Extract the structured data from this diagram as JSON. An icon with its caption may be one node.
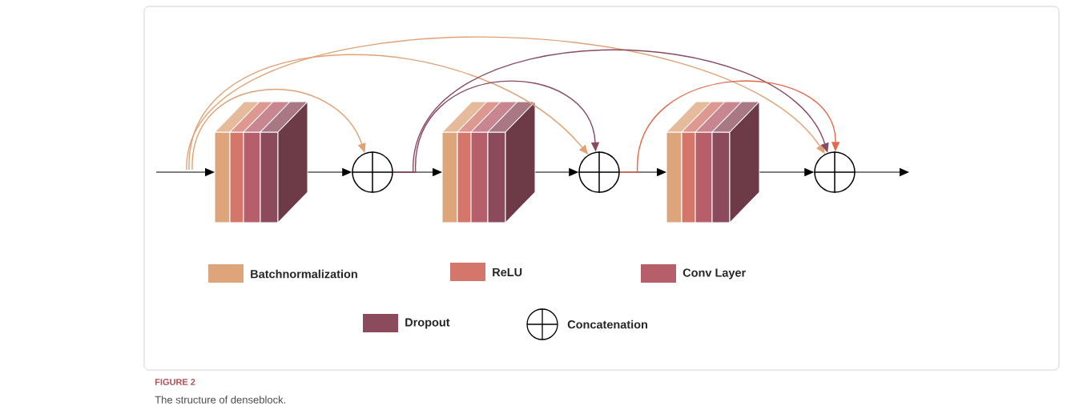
{
  "diagram": {
    "title": "FIGURE 2",
    "caption": "The structure of denseblock.",
    "nodes": [
      {
        "text": [],
        "shape": "box"
      },
      {
        "text": [],
        "shape": "circle"
      },
      {
        "text": [],
        "shape": "box"
      },
      {
        "text": [],
        "shape": "circle"
      },
      {
        "text": [],
        "shape": "box"
      },
      {
        "text": [],
        "shape": "circle"
      }
    ],
    "edges": [
      {
        "from": null,
        "to": 0,
        "arrow": "to"
      },
      {
        "from": 0,
        "to": 1,
        "arrow": "to"
      },
      {
        "from": 1,
        "to": 2,
        "arrow": "to"
      },
      {
        "from": 2,
        "to": 3,
        "arrow": "to"
      },
      {
        "from": 3,
        "to": 4,
        "arrow": "to"
      },
      {
        "from": 4,
        "to": 5,
        "arrow": "to"
      },
      {
        "from": 5,
        "to": null,
        "arrow": "to"
      },
      {
        "from": null,
        "to": 1,
        "arrow": "to",
        "color": "#e0a274"
      },
      {
        "from": null,
        "to": 3,
        "arrow": "to",
        "color": "#e0a274"
      },
      {
        "from": null,
        "to": 5,
        "arrow": "to",
        "color": "#e0a274"
      },
      {
        "from": 1,
        "to": 3,
        "arrow": "to",
        "color": "#8a4a62"
      },
      {
        "from": 1,
        "to": 5,
        "arrow": "to",
        "color": "#8a4a62"
      },
      {
        "from": 3,
        "to": 5,
        "arrow": "to",
        "color": "#e4684a"
      }
    ],
    "legend": [
      {
        "text": "Batchnormalization",
        "color": "#dea57b"
      },
      {
        "text": "ReLU",
        "color": "#d4766a"
      },
      {
        "text": "Conv Layer",
        "color": "#b65f6b"
      },
      {
        "text": "Dropout",
        "color": "#8b4b5d"
      },
      {
        "text": "Concatenation"
      }
    ]
  }
}
